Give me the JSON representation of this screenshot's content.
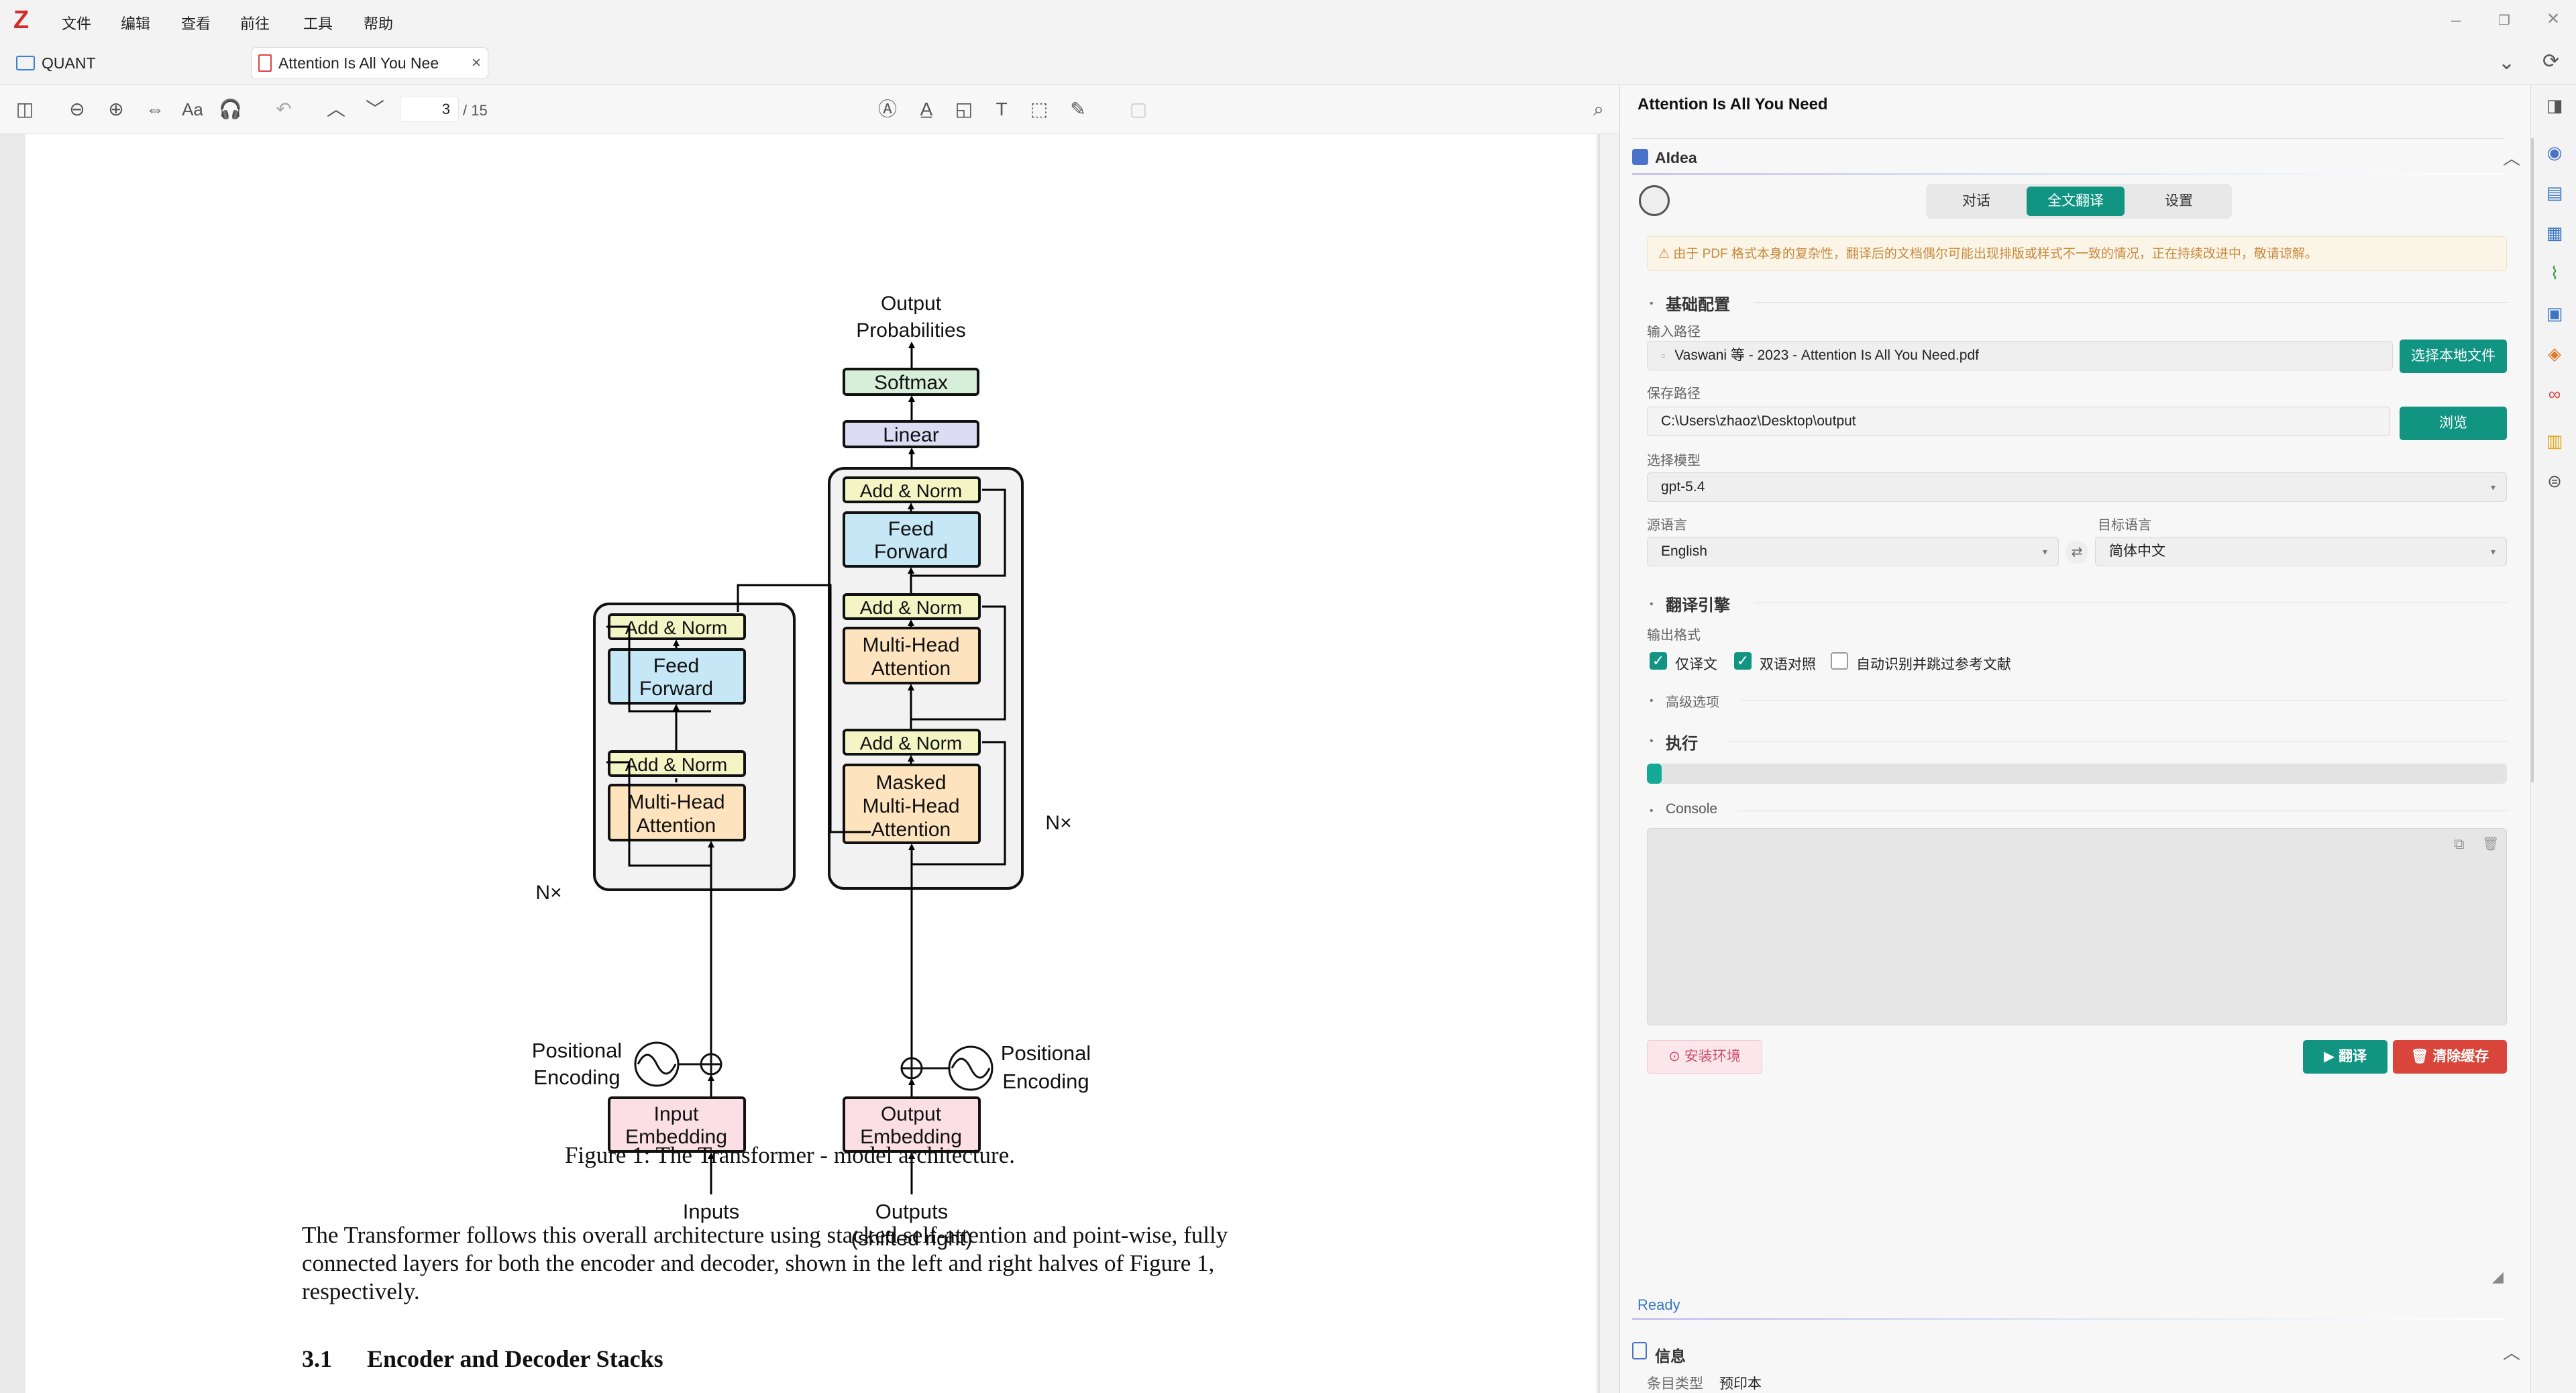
{
  "app": {
    "logo": "Z"
  },
  "menu": [
    "文件",
    "编辑",
    "查看",
    "前往",
    "工具",
    "帮助"
  ],
  "window_controls": [
    "–",
    "❐",
    "✕"
  ],
  "tabs": {
    "library": "QUANT",
    "document": "Attention Is All You Nee"
  },
  "toolbar": {
    "page": "3",
    "total": "/ 15"
  },
  "paper": {
    "figure": {
      "output_probs": [
        "Output",
        "Probabilities"
      ],
      "softmax": "Softmax",
      "linear": "Linear",
      "add_norm": "Add & Norm",
      "feed_forward": [
        "Feed",
        "Forward"
      ],
      "mha": [
        "Multi-Head",
        "Attention"
      ],
      "masked_mha": [
        "Masked",
        "Multi-Head",
        "Attention"
      ],
      "nx": "N×",
      "pos_enc": [
        "Positional",
        "Encoding"
      ],
      "input_emb": [
        "Input",
        "Embedding"
      ],
      "output_emb": [
        "Output",
        "Embedding"
      ],
      "inputs": "Inputs",
      "outputs": [
        "Outputs",
        "(shifted right)"
      ]
    },
    "caption": "Figure 1: The Transformer - model architecture.",
    "body_lines": [
      "The Transformer follows this overall architecture using stacked self-attention and point-wise, fully",
      "connected layers for both the encoder and decoder, shown in the left and right halves of Figure 1,",
      "respectively."
    ],
    "section_num": "3.1",
    "section_title": "Encoder and Decoder Stacks"
  },
  "pane": {
    "title": "Attention Is All You Need",
    "plugin_name": "AIdea",
    "tabs": [
      "对话",
      "全文翻译",
      "设置"
    ],
    "active_tab": "全文翻译",
    "warning": "⚠ 由于 PDF 格式本身的复杂性，翻译后的文档偶尔可能出现排版或样式不一致的情况，正在持续改进中，敬请谅解。",
    "basic_config": "基础配置",
    "input_path_label": "输入路径",
    "input_path": "Vaswani 等 - 2023 - Attention Is All You Need.pdf",
    "choose_file_btn": "选择本地文件",
    "save_path_label": "保存路径",
    "save_path": "C:\\Users\\zhaoz\\Desktop\\output",
    "browse_btn": "浏览",
    "model_label": "选择模型",
    "model": "gpt-5.4",
    "src_lang_label": "源语言",
    "src_lang": "English",
    "tgt_lang_label": "目标语言",
    "tgt_lang": "简体中文",
    "engine": "翻译引擎",
    "output_format": "输出格式",
    "opt1": "仅译文",
    "opt2": "双语对照",
    "opt3": "自动识别并跳过参考文献",
    "opt1_checked": true,
    "opt2_checked": true,
    "opt3_checked": false,
    "advanced": "高级选项",
    "execute": "执行",
    "progress": 0.01,
    "console": "Console",
    "install_btn": "⊙ 安装环境",
    "translate_btn": "▶ 翻译",
    "clear_btn": "🗑 清除缓存",
    "status": "Ready",
    "info": "信息",
    "item_type_label": "条目类型",
    "item_type": "预印本"
  },
  "colors": {
    "accent": "#129483",
    "danger": "#d9453a",
    "ff": "#c6e7f6",
    "mha": "#fde4bf",
    "norm": "#f3f5c5",
    "emb": "#fbdfe4",
    "softmax": "#d7efd8",
    "linear": "#dcdcf5"
  }
}
